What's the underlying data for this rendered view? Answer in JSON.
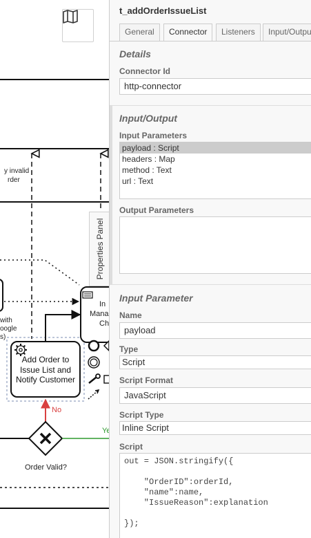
{
  "canvas": {
    "labels": {
      "invalid_1": "y invalid",
      "invalid_2": "rder",
      "google_1": "with",
      "google_2": "oogle",
      "google_3": "s)",
      "task_mgr_1": "In",
      "task_mgr_2": "Mana",
      "task_mgr_3": "Ch",
      "add_order_1": "Add Order to",
      "add_order_2": "Issue List and",
      "add_order_3": "Notify Customer",
      "no_flow": "No",
      "yes_flow": "Ye",
      "gateway": "Order Valid?"
    },
    "colors": {
      "no_flow": "#d94040",
      "yes_flow": "#2e9a2e"
    }
  },
  "toggle": {
    "label": "Properties Panel"
  },
  "panel": {
    "title": "t_addOrderIssueList",
    "tabs": [
      "General",
      "Connector",
      "Listeners",
      "Input/Output"
    ],
    "active_tab": "Connector",
    "details": {
      "heading": "Details",
      "connector_id_label": "Connector Id",
      "connector_id_value": "http-connector"
    },
    "io": {
      "heading": "Input/Output",
      "input_label": "Input Parameters",
      "inputs": [
        "payload : Script",
        "headers : Map",
        "method : Text",
        "url : Text"
      ],
      "selected_input": "payload : Script",
      "output_label": "Output Parameters"
    },
    "param": {
      "heading": "Input Parameter",
      "name_label": "Name",
      "name_value": "payload",
      "type_label": "Type",
      "type_value": "Script",
      "format_label": "Script Format",
      "format_value": "JavaScript",
      "script_type_label": "Script Type",
      "script_type_value": "Inline Script",
      "script_label": "Script",
      "script": "out = JSON.stringify({\n\n    \"OrderID\":orderId,\n    \"name\":name,\n    \"IssueReason\":explanation\n\n});"
    }
  },
  "icons": [
    "map-icon",
    "gear-icon",
    "close-icon",
    "circle-icon",
    "wrench-icon",
    "trash-icon",
    "connect-icon",
    "gateway-x-icon",
    "note-icon"
  ]
}
